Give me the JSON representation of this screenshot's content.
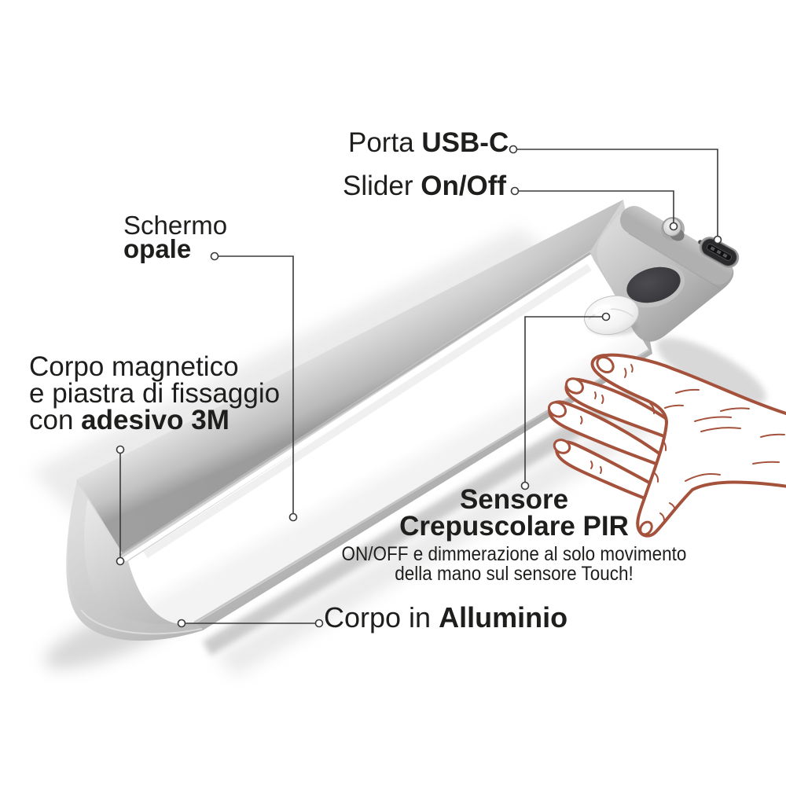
{
  "labels": {
    "usb_port": {
      "prefix": "Porta ",
      "bold": "USB-C"
    },
    "slider": {
      "prefix": "Slider ",
      "bold": "On/Off"
    },
    "opal_screen": {
      "line1": "Schermo",
      "line2_bold": "opale"
    },
    "magnetic_body": {
      "line1": "Corpo magnetico",
      "line2": "e piastra di fissaggio",
      "line3_prefix": "con ",
      "line3_bold": "adesivo 3M"
    },
    "pir_sensor": {
      "title_line1": "Sensore",
      "title_line2": "Crepuscolare PIR",
      "subtitle_line1": "ON/OFF e dimmerazione al solo movimento",
      "subtitle_line2": "della mano sul sensore Touch!"
    },
    "aluminum_body": {
      "prefix": "Corpo in ",
      "bold": "Alluminio"
    }
  },
  "illustration": {
    "parts": [
      "lamp-bar",
      "opal-diffuser",
      "aluminum-top-face",
      "left-end-cap",
      "sensor-head",
      "pir-dome",
      "touch-sensor",
      "usb-c-port",
      "slider-knob",
      "mic-hole",
      "hand-sketch"
    ],
    "colors": {
      "text": "#1e1e1c",
      "leader_line": "#3a3a3a",
      "hand_outline": "#a5523c",
      "aluminum_light": "#ededed",
      "aluminum_dark": "#9a9a9a",
      "sensor_dark": "#37373b",
      "usb_slot": "#2a2a2c"
    }
  }
}
